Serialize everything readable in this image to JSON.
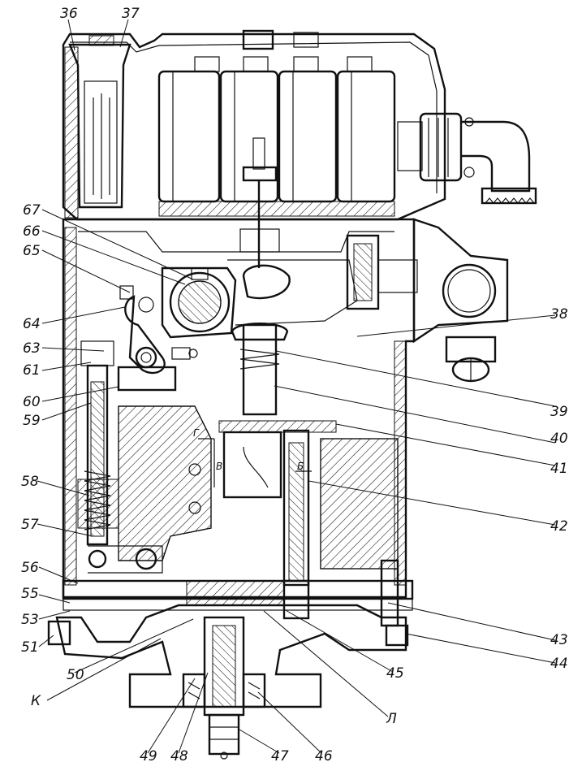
{
  "labels": [
    {
      "id": "36",
      "text": "36"
    },
    {
      "id": "37",
      "text": "37"
    },
    {
      "id": "38",
      "text": "38"
    },
    {
      "id": "39",
      "text": "39"
    },
    {
      "id": "40",
      "text": "40"
    },
    {
      "id": "41",
      "text": "41"
    },
    {
      "id": "42",
      "text": "42"
    },
    {
      "id": "43",
      "text": "43"
    },
    {
      "id": "44",
      "text": "44"
    },
    {
      "id": "45",
      "text": "45"
    },
    {
      "id": "46",
      "text": "46"
    },
    {
      "id": "47",
      "text": "47"
    },
    {
      "id": "48",
      "text": "48"
    },
    {
      "id": "49",
      "text": "49"
    },
    {
      "id": "50",
      "text": "50"
    },
    {
      "id": "51",
      "text": "51"
    },
    {
      "id": "53",
      "text": "53"
    },
    {
      "id": "55",
      "text": "55"
    },
    {
      "id": "56",
      "text": "56"
    },
    {
      "id": "57",
      "text": "57"
    },
    {
      "id": "58",
      "text": "58"
    },
    {
      "id": "59",
      "text": "59"
    },
    {
      "id": "60",
      "text": "60"
    },
    {
      "id": "61",
      "text": "61"
    },
    {
      "id": "63",
      "text": "63"
    },
    {
      "id": "64",
      "text": "64"
    },
    {
      "id": "65",
      "text": "65"
    },
    {
      "id": "66",
      "text": "66"
    },
    {
      "id": "67",
      "text": "67"
    },
    {
      "id": "K",
      "text": "К"
    },
    {
      "id": "L",
      "text": "Л"
    }
  ],
  "section_marks": {
    "g": "Г",
    "v": "В",
    "b": "Б"
  }
}
